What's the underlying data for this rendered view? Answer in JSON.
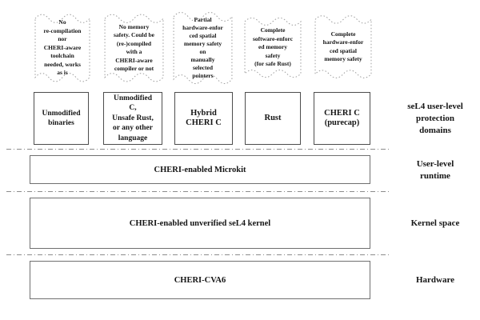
{
  "diagram": {
    "notes": [
      {
        "text": "No\nre-compilation\nnor\nCHERI-aware\ntoolchain\nneeded, works\nas is"
      },
      {
        "text": "No memory\nsafety. Could be\n(re-)compiled\nwith a\nCHERI-aware\ncompiler or not"
      },
      {
        "text": "Partial\nhardware-enfor\nced spatial\nmemory safety\non\nmanually\nselected\npointers"
      },
      {
        "text": "Complete\nsoftware-enforc\ned memory\nsafety\n(for safe Rust)"
      },
      {
        "text": "Complete\nhardware-enfor\nced spatial\nmemory safety"
      }
    ],
    "protection_domains": [
      {
        "label": "Unmodified\nbinaries"
      },
      {
        "label": "Unmodified\nC,\nUnsafe Rust,\nor any other\nlanguage"
      },
      {
        "label": "Hybrid\nCHERI C"
      },
      {
        "label": "Rust"
      },
      {
        "label": "CHERI C\n(purecap)"
      }
    ],
    "layers": [
      {
        "label": "CHERI-enabled Microkit"
      },
      {
        "label": "CHERI-enabled unverified seL4 kernel"
      },
      {
        "label": "CHERI-CVA6"
      }
    ],
    "side_labels": [
      {
        "text": "seL4 user-level\nprotection\ndomains"
      },
      {
        "text": "User-level\nruntime"
      },
      {
        "text": "Kernel space"
      },
      {
        "text": "Hardware"
      }
    ],
    "colors": {
      "background": "#ffffff",
      "text": "#151515",
      "domain_box_border": "#4d4d4d",
      "layer_box_border": "#707070",
      "note_border": "#9c9c9c",
      "separator_line": "#8c8c8c"
    }
  }
}
